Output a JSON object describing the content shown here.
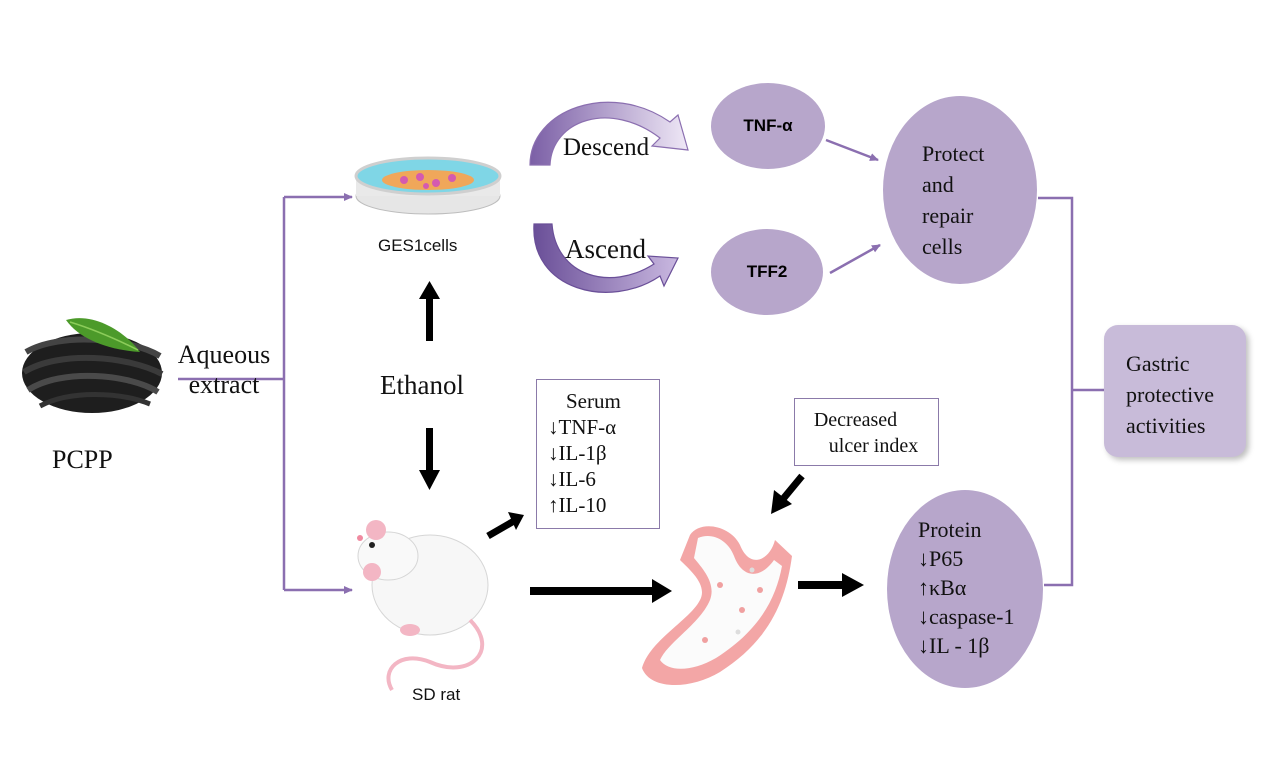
{
  "source": {
    "label": "PCPP",
    "extract_label_line1": "Aqueous",
    "extract_label_line2": "extract"
  },
  "cells": {
    "label": "GES1cells"
  },
  "rat": {
    "label": "SD rat"
  },
  "treatment": {
    "label": "Ethanol"
  },
  "cell_effects": {
    "descend_label": "Descend",
    "ascend_label": "Ascend",
    "tnf_label": "TNF-α",
    "tff2_label": "TFF2",
    "outcome_line1": "Protect",
    "outcome_line2": "and",
    "outcome_line3": "repair",
    "outcome_line4": "cells"
  },
  "serum": {
    "title": "Serum",
    "items": [
      "↓TNF-α",
      "↓IL-1β",
      "↓IL-6",
      "↑IL-10"
    ]
  },
  "ulcer": {
    "line1": "Decreased",
    "line2": "ulcer index"
  },
  "protein": {
    "title": "Protein",
    "items": [
      "↓P65",
      "↑κBα",
      "↓caspase-1",
      "↓IL - 1β"
    ]
  },
  "result": {
    "line1": "Gastric",
    "line2": "protective",
    "line3": "activities"
  },
  "colors": {
    "node_fill": "#b7a6cb",
    "connector": "#8b6fb0",
    "arrow": "#000000"
  }
}
